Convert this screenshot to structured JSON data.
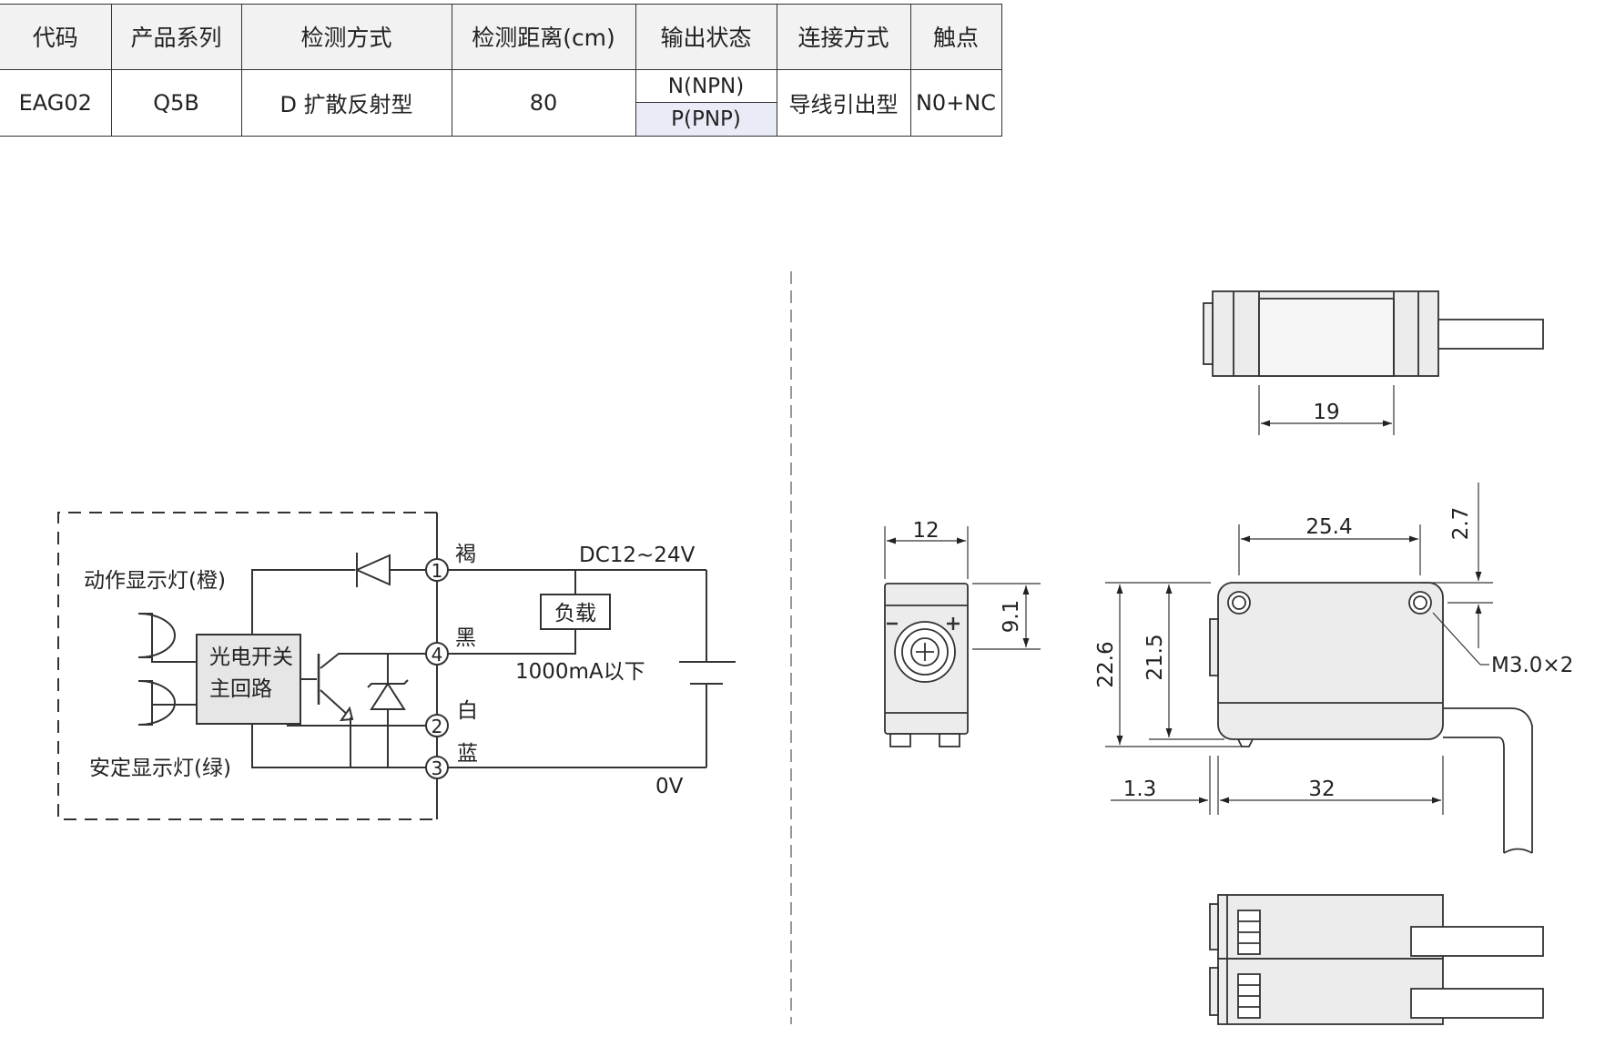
{
  "table": {
    "headers": [
      "代码",
      "产品系列",
      "检测方式",
      "检测距离(cm)",
      "输出状态",
      "连接方式",
      "触点"
    ],
    "row": {
      "code": "EAG02",
      "series": "Q5B",
      "method": "D 扩散反射型",
      "distance": "80",
      "output_npn": "N(NPN)",
      "output_pnp": "P(PNP)",
      "connection": "导线引出型",
      "contact": "N0+NC"
    }
  },
  "circuit": {
    "lamp_action": "动作显示灯(橙)",
    "lamp_stable": "安定显示灯(绿)",
    "main_circuit_line1": "光电开关",
    "main_circuit_line2": "主回路",
    "wire_brown": "褐",
    "wire_black": "黑",
    "wire_white": "白",
    "wire_blue": "蓝",
    "pin1": "1",
    "pin2": "2",
    "pin3": "3",
    "pin4": "4",
    "supply": "DC12~24V",
    "load": "负载",
    "load_current": "1000mA以下",
    "zero_volt": "0V"
  },
  "dimensions": {
    "top_width": "19",
    "side_width": "12",
    "side_height": "9.1",
    "front_hole_pitch": "25.4",
    "front_top_offset": "2.7",
    "front_height_total": "22.6",
    "front_height_body": "21.5",
    "mount_holes": "M3.0×2",
    "lens_offset": "1.3",
    "front_length": "32"
  }
}
